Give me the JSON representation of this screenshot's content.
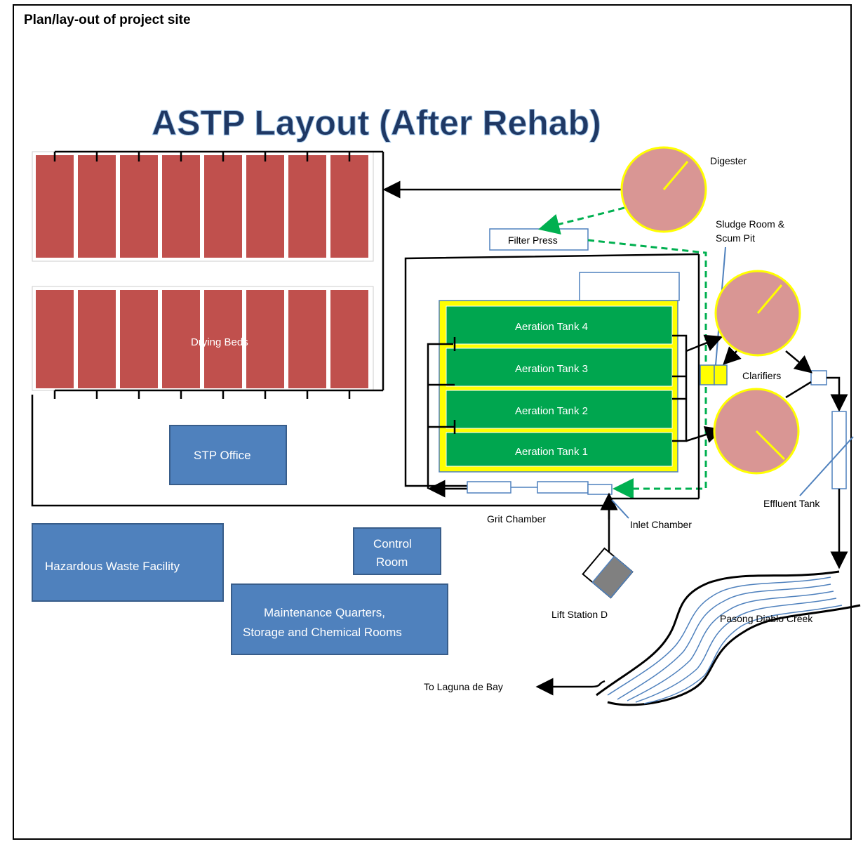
{
  "header": {
    "title": "Plan/lay-out of project site"
  },
  "diagram": {
    "title": "ASTP Layout (After Rehab)",
    "labels": {
      "digester": "Digester",
      "filter_press": "Filter Press",
      "sludge_room": "Sludge Room &",
      "scum_pit": "Scum Pit",
      "drying_beds": "Drying Beds",
      "clarifiers": "Clarifiers",
      "effluent_tank": "Effluent Tank",
      "grit_chamber": "Grit Chamber",
      "inlet_chamber": "Inlet Chamber",
      "lift_station": "Lift Station D",
      "creek": "Pasong Diablo Creek",
      "to_laguna": "To Laguna de Bay",
      "stp_office": "STP Office",
      "hazardous": "Hazardous Waste Facility",
      "control_room_1": "Control",
      "control_room_2": "Room",
      "maint_1": "Maintenance Quarters,",
      "maint_2": "Storage and Chemical Rooms"
    },
    "aeration_tanks": [
      "Aeration Tank 4",
      "Aeration Tank 3",
      "Aeration Tank 2",
      "Aeration Tank 1"
    ],
    "colors": {
      "drying_bed": "#c0504d",
      "aeration": "#00a64f",
      "aeration_frame": "#ffff00",
      "building": "#4f81bd",
      "digester": "#d99694",
      "title": "#1f3864"
    }
  }
}
